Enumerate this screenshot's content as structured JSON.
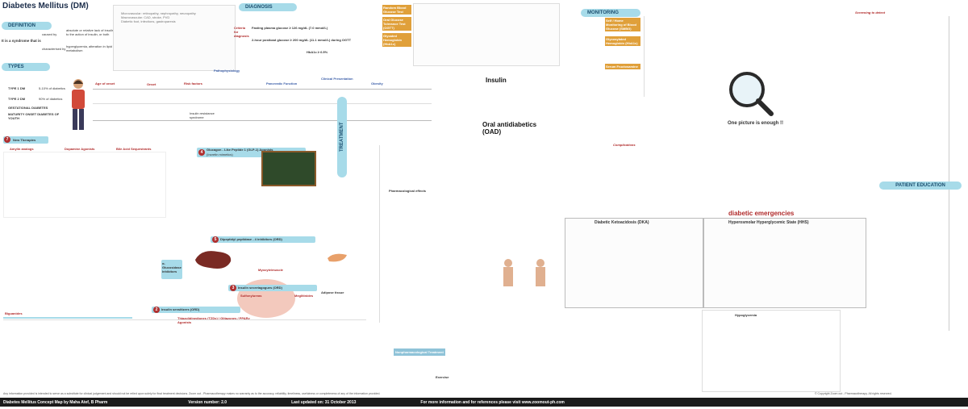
{
  "header": {
    "title": "Diabetes Mellitus (DM)"
  },
  "sections": {
    "definition": "DEFINITION",
    "types": "TYPES",
    "diagnosis": "DIAGNOSIS",
    "monitoring": "MONITORING",
    "treatment": "TREATMENT",
    "patient_education": "PATIENT EDUCATION",
    "diabetic_emergencies": "diabetic emergencies"
  },
  "definition": {
    "lead": "It is a syndrome that is",
    "caused_by": "caused by",
    "cause_text": "absolute or relative lack of insulin, resistance to the action of insulin, or both",
    "characterised_by": "characterised by",
    "char_text": "hyperglycemia, alteration in lipid & protein metabolism",
    "complications": "Complications"
  },
  "types": {
    "type1": "TYPE 1 DM",
    "type1_pct": "5-10% of diabetics",
    "type2": "TYPE 2 DM",
    "type2_pct": "90% of diabetics",
    "gdm": "GESTATIONAL DIABETES",
    "mody": "MATURITY ONSET DIABETES OF YOUTH",
    "age_of_onset": "Age of onset",
    "onset": "Onset",
    "risk_factors": "Risk factors",
    "pathophysiology": "Pathophysiology",
    "pancreatic_function": "Pancreatic Function",
    "clinical_presentation": "Clinical Presentation",
    "obesity": "Obesity",
    "insulin_resistance": "Insulin resistance syndrome"
  },
  "therapies": {
    "new": "New Therapies",
    "amylin": "Amylin analogs",
    "dopamine": "Dopamine Agonists",
    "bile": "Bile Acid Sequestrants",
    "alpha_gluc": "α-Glucosidase Inhibitors",
    "glp1": "Glucagon - Like Peptide 1 (GLP-1) Agonists",
    "glp1_sub": "(Incretin mimetics)",
    "dpp4": "Dipeptidyl peptidase - 4 inhibitors (ORD)",
    "biguanides": "Biguanides",
    "sensitizers": "Insulin sensitizers (ORD)",
    "tzd": "Thiazolidinediones (TZDs) / Glitazones / PPARγ Agonists",
    "secretagogues": "Insulin secretagogues (ORD)",
    "sulfonylureas": "Sulfonylureas",
    "meglitinides": "Meglitinides",
    "myocyte": "Myocyte/muscle",
    "liver": "Liver",
    "adipose": "Adipose tissue",
    "insulin_label": "Insulin",
    "oral": "Oral antidiabetics (OAD)",
    "pharm": "Pharmacological effects",
    "nonpharm": "Nonpharmacological Treatment",
    "exercise": "Exercise"
  },
  "diagnosis": {
    "fpg": "Fasting plasma glucose ≥ 126 mg/dL (7.0 mmol/L)",
    "ogtt": "2-hour postload glucose ≥ 200 mg/dL (11.1 mmol/L) during OGTT",
    "a1c": "HbA1c ≥ 6.5%",
    "criteria": "Criteria for diagnosis",
    "random": "Random Blood Glucose Test",
    "ogtt_test": "Oral Glucose Tolerance Test (OGTT)",
    "glycated": "Glycated Hemoglobin (HbA1c)"
  },
  "monitoring": {
    "self": "Self / Home Monitoring of Blood Glucose (SMBG)",
    "glyco": "Glycosylated Hemoglobin (HbA1c)",
    "fructosamine": "Serum Fructosamine",
    "screening": "Screening to detect",
    "complications": "Complications",
    "once": "One picture is enough !!"
  },
  "emergencies": {
    "dka": "Diabetic Ketoacidosis (DKA)",
    "hhs": "Hyperosmolar Hyperglycemic State (HHS)",
    "hypo": "Hypoglycemia"
  },
  "footer": {
    "left": "Diabetes Mellitus Concept Map by Maha Atef, B Pharm",
    "version": "Version number: 2.0",
    "updated": "Last updated on: 31 October 2013",
    "refs": "For more information and for references please visit www.zoomout-ph.com",
    "disclaimer": "Any information provided is intended to serve as a substitute for clinical judgement and should not be relied upon solely for final treatment decisions. Zoom out - Pharmacotherapy makes no warranty as to the accuracy, reliability, timeliness, usefulness or completeness of any of the information provided.",
    "copyright": "© Copyright Zoom out - Pharmacotherapy. All rights reserved."
  },
  "colors": {
    "banner": "#a7dbe9",
    "accent_red": "#b02a2a",
    "footer_bg": "#1b1b1b"
  }
}
